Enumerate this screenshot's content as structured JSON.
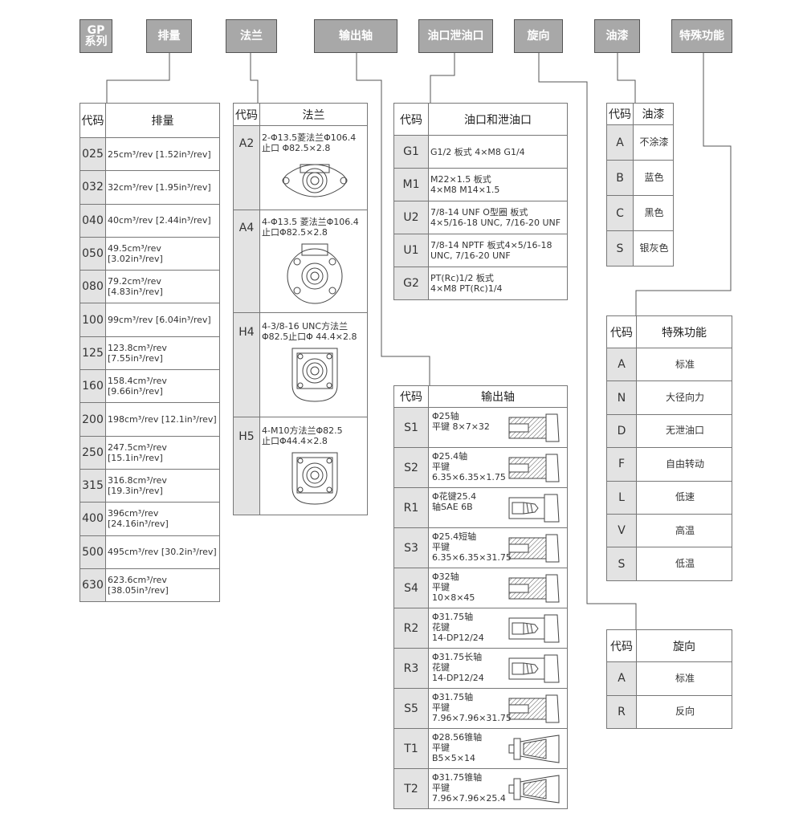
{
  "headers": {
    "series": [
      "GP",
      "系列"
    ],
    "displacement": "排量",
    "flange": "法兰",
    "shaft": "输出轴",
    "ports": "油口泄油口",
    "rotation": "旋向",
    "paint": "油漆",
    "special": "特殊功能"
  },
  "displacement": {
    "col_code": "代码",
    "col_desc": "排量",
    "rows": [
      {
        "code": "025",
        "desc": "25cm³/rev [1.52in³/rev]"
      },
      {
        "code": "032",
        "desc": "32cm³/rev [1.95in³/rev]"
      },
      {
        "code": "040",
        "desc": "40cm³/rev [2.44in³/rev]"
      },
      {
        "code": "050",
        "desc": "49.5cm³/rev [3.02in³/rev]"
      },
      {
        "code": "080",
        "desc": "79.2cm³/rev [4.83in³/rev]"
      },
      {
        "code": "100",
        "desc": "99cm³/rev [6.04in³/rev]"
      },
      {
        "code": "125",
        "desc": "123.8cm³/rev [7.55in³/rev]"
      },
      {
        "code": "160",
        "desc": "158.4cm³/rev [9.66in³/rev]"
      },
      {
        "code": "200",
        "desc": "198cm³/rev [12.1in³/rev]"
      },
      {
        "code": "250",
        "desc": "247.5cm³/rev [15.1in³/rev]"
      },
      {
        "code": "315",
        "desc": "316.8cm³/rev [19.3in³/rev]"
      },
      {
        "code": "400",
        "desc": "396cm³/rev [24.16in³/rev]"
      },
      {
        "code": "500",
        "desc": "495cm³/rev [30.2in³/rev]"
      },
      {
        "code": "630",
        "desc": "623.6cm³/rev [38.05in³/rev]"
      }
    ]
  },
  "flange": {
    "col_code": "代码",
    "col_desc": "法兰",
    "rows": [
      {
        "code": "A2",
        "line1": "2-Φ13.5菱法兰Φ106.4",
        "line2": "止口 Φ82.5×2.8"
      },
      {
        "code": "A4",
        "line1": "4-Φ13.5 菱法兰Φ106.4",
        "line2": "止口Φ82.5×2.8"
      },
      {
        "code": "H4",
        "line1": "4-3/8-16 UNC方法兰",
        "line2": "Φ82.5止口Φ 44.4×2.8"
      },
      {
        "code": "H5",
        "line1": "4-M10方法兰Φ82.5",
        "line2": "止口Φ44.4×2.8"
      }
    ]
  },
  "ports": {
    "col_code": "代码",
    "col_desc": "油口和泄油口",
    "rows": [
      {
        "code": "G1",
        "line1": "G1/2 板式  4×M8  G1/4",
        "line2": ""
      },
      {
        "code": "M1",
        "line1": "M22×1.5 板式",
        "line2": "4×M8  M14×1.5"
      },
      {
        "code": "U2",
        "line1": "7/8-14 UNF O型圈 板式",
        "line2": "4×5/16-18 UNC, 7/16-20 UNF"
      },
      {
        "code": "U1",
        "line1": "7/8-14 NPTF 板式4×5/16-18",
        "line2": "UNC, 7/16-20 UNF"
      },
      {
        "code": "G2",
        "line1": "PT(Rc)1/2  板式",
        "line2": "4×M8  PT(Rc)1/4"
      }
    ]
  },
  "shaft": {
    "col_code": "代码",
    "col_desc": "输出轴",
    "rows": [
      {
        "code": "S1",
        "lines": [
          "Φ25轴",
          "平键 8×7×32"
        ],
        "kind": "key"
      },
      {
        "code": "S2",
        "lines": [
          "Φ25.4轴",
          "平键",
          "6.35×6.35×1.75"
        ],
        "kind": "key"
      },
      {
        "code": "R1",
        "lines": [
          "Φ花键25.4",
          "轴SAE  6B"
        ],
        "kind": "spline"
      },
      {
        "code": "S3",
        "lines": [
          "Φ25.4短轴",
          "平键",
          "6.35×6.35×31.75"
        ],
        "kind": "key"
      },
      {
        "code": "S4",
        "lines": [
          "Φ32轴",
          "平键",
          "10×8×45"
        ],
        "kind": "key"
      },
      {
        "code": "R2",
        "lines": [
          "Φ31.75轴",
          "花键",
          "14-DP12/24"
        ],
        "kind": "spline"
      },
      {
        "code": "R3",
        "lines": [
          "Φ31.75长轴",
          "花键",
          "14-DP12/24"
        ],
        "kind": "spline"
      },
      {
        "code": "S5",
        "lines": [
          "Φ31.75轴",
          "平键",
          "7.96×7.96×31.75"
        ],
        "kind": "key"
      },
      {
        "code": "T1",
        "lines": [
          "Φ28.56锥轴",
          "平键",
          "B5×5×14"
        ],
        "kind": "taper"
      },
      {
        "code": "T2",
        "lines": [
          "Φ31.75锥轴",
          "平键",
          "7.96×7.96×25.4"
        ],
        "kind": "taper"
      }
    ]
  },
  "paint": {
    "col_code": "代码",
    "col_desc": "油漆",
    "rows": [
      {
        "code": "A",
        "desc": "不涂漆"
      },
      {
        "code": "B",
        "desc": "蓝色"
      },
      {
        "code": "C",
        "desc": "黑色"
      },
      {
        "code": "S",
        "desc": "银灰色"
      }
    ]
  },
  "special": {
    "col_code": "代码",
    "col_desc": "特殊功能",
    "rows": [
      {
        "code": "A",
        "desc": "标准"
      },
      {
        "code": "N",
        "desc": "大径向力"
      },
      {
        "code": "D",
        "desc": "无泄油口"
      },
      {
        "code": "F",
        "desc": "自由转动"
      },
      {
        "code": "L",
        "desc": "低速"
      },
      {
        "code": "V",
        "desc": "高温"
      },
      {
        "code": "S",
        "desc": "低温"
      }
    ]
  },
  "rotation": {
    "col_code": "代码",
    "col_desc": "旋向",
    "rows": [
      {
        "code": "A",
        "desc": "标准"
      },
      {
        "code": "R",
        "desc": "反向"
      }
    ]
  },
  "colors": {
    "header_bg": "#a8a8a8",
    "code_bg": "#e3e3e3",
    "line": "#555555"
  }
}
